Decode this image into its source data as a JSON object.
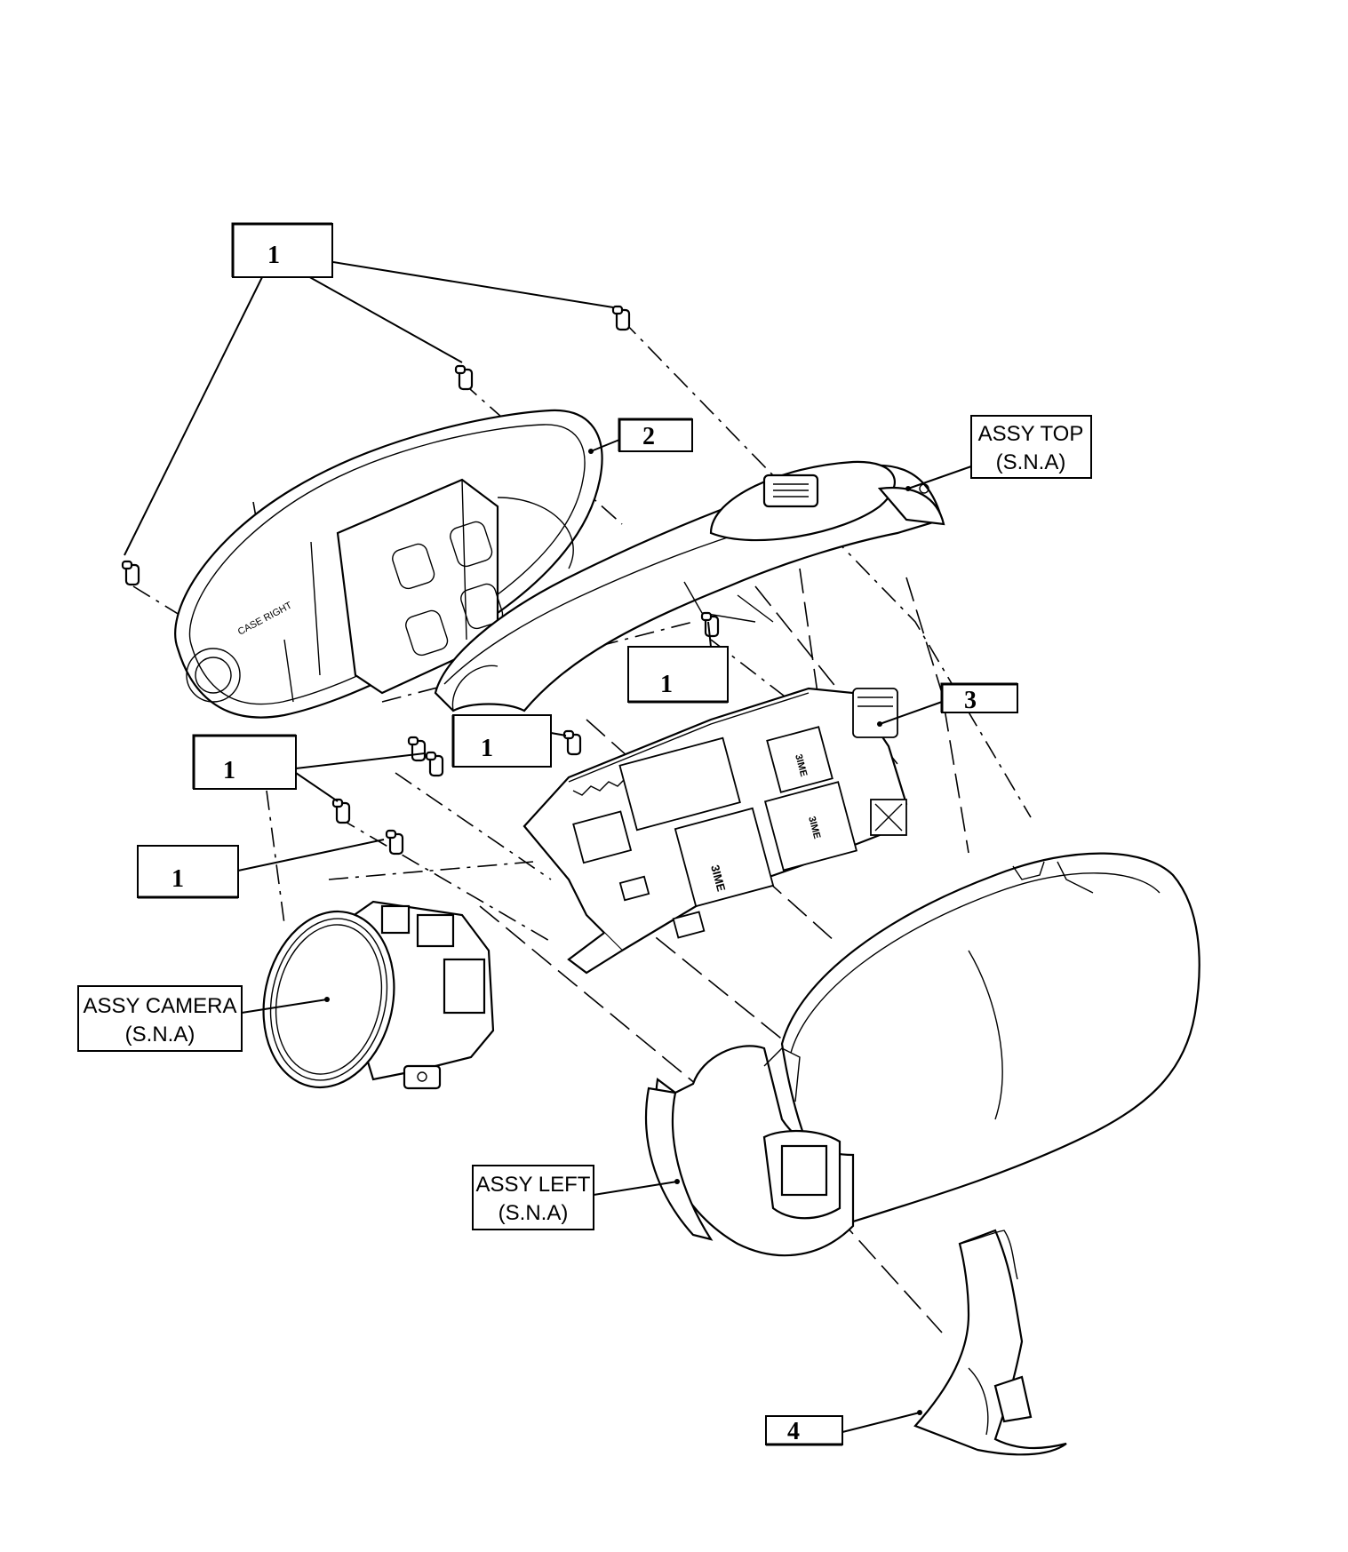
{
  "callouts": {
    "screw_top_left": "1",
    "front_case": "2",
    "assy_top_line1": "ASSY TOP",
    "assy_top_line2": "(S.N.A)",
    "screw_mid_right": "1",
    "board": "3",
    "screw_center": "1",
    "screw_left_mid": "1",
    "screw_left_low": "1",
    "assy_camera_line1": "ASSY CAMERA",
    "assy_camera_line2": "(S.N.A)",
    "assy_left_line1": "ASSY LEFT",
    "assy_left_line2": "(S.N.A)",
    "bottom_cover": "4"
  },
  "board_chip_labels": [
    "3IME",
    "3IME",
    "3IME"
  ]
}
